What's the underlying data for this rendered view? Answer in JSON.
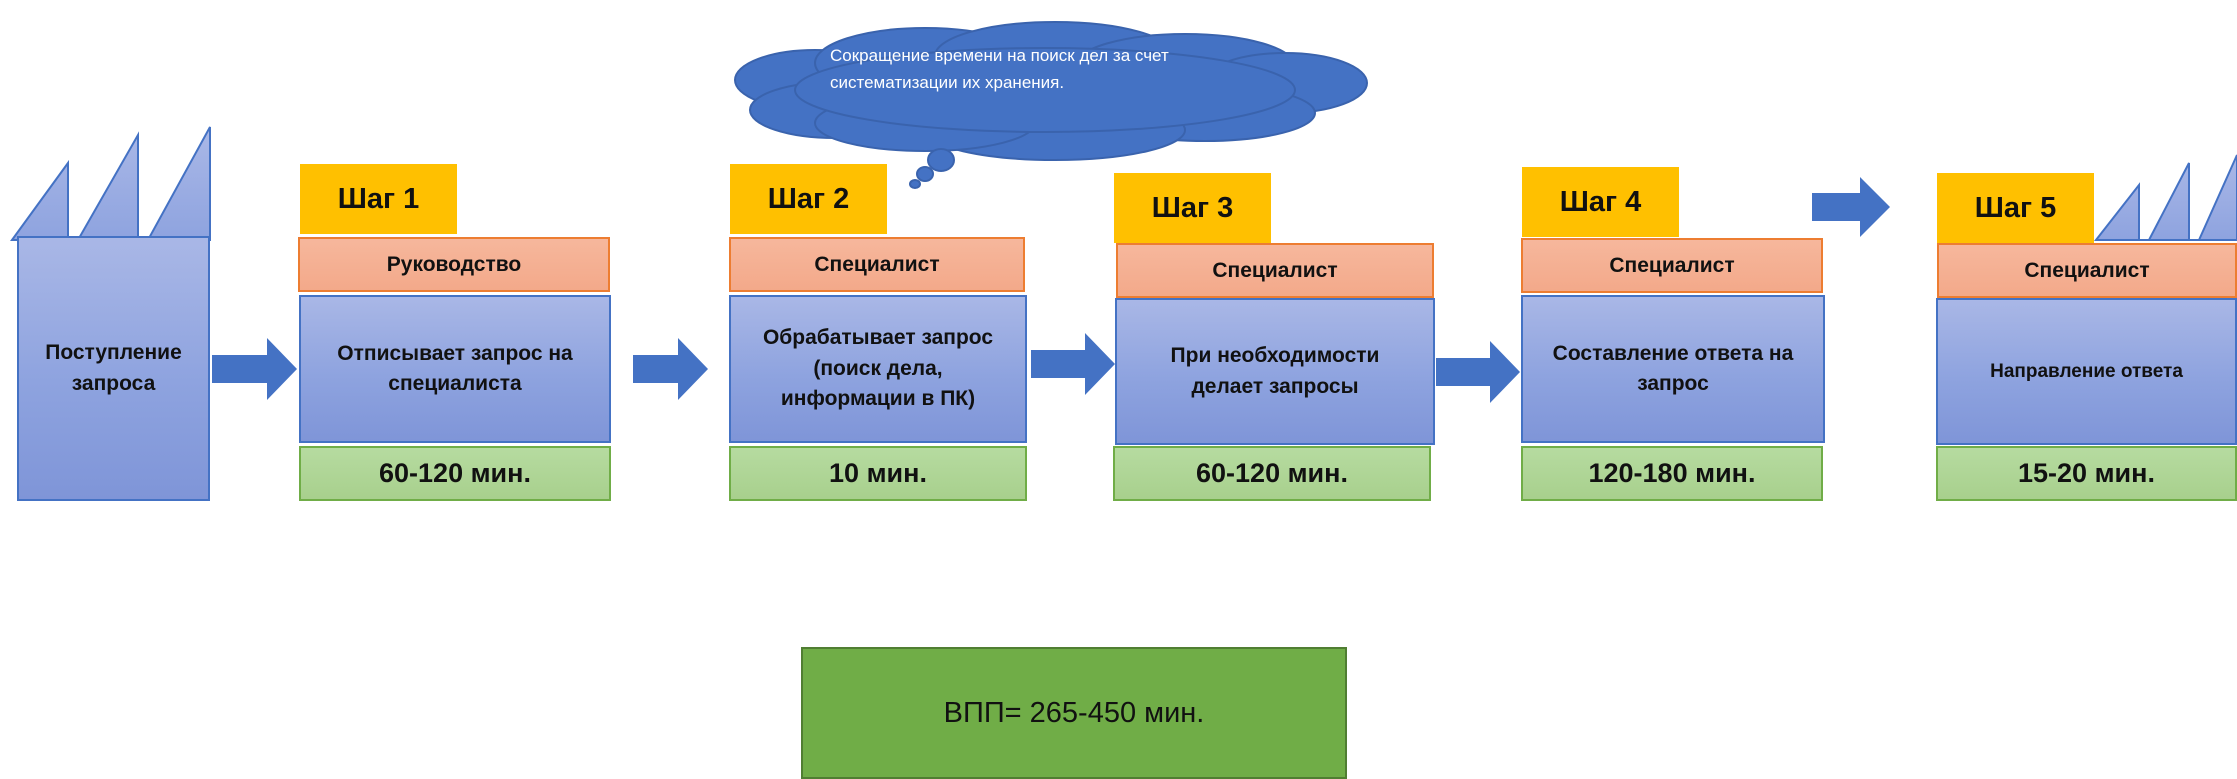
{
  "start": {
    "label": "Поступление запроса"
  },
  "steps": [
    {
      "step_label": "Шаг 1",
      "role": "Руководство",
      "action": "Отписывает запрос на специалиста",
      "time": "60-120 мин."
    },
    {
      "step_label": "Шаг 2",
      "role": "Специалист",
      "action": "Обрабатывает запрос (поиск дела, информации в ПК)",
      "time": "10 мин."
    },
    {
      "step_label": "Шаг 3",
      "role": "Специалист",
      "action": "При необходимости делает запросы",
      "time": "60-120 мин."
    },
    {
      "step_label": "Шаг 4",
      "role": "Специалист",
      "action": "Составление ответа на запрос",
      "time": "120-180 мин."
    },
    {
      "step_label": "Шаг 5",
      "role": "Специалист",
      "action": "Направление ответа",
      "time": "15-20 мин."
    }
  ],
  "cloud": {
    "text": "Сокращение времени на поиск дел за счет систематизации их хранения."
  },
  "total": {
    "label": "ВПП= 265-450 мин."
  },
  "colors": {
    "process_fill": "#8ea3df",
    "process_border": "#4472c4",
    "role_fill": "#f4b183",
    "step_fill": "#ffc000",
    "time_fill": "#a9d18e",
    "total_fill": "#70ad47",
    "arrow": "#4472c4",
    "cloud": "#4472c4"
  }
}
